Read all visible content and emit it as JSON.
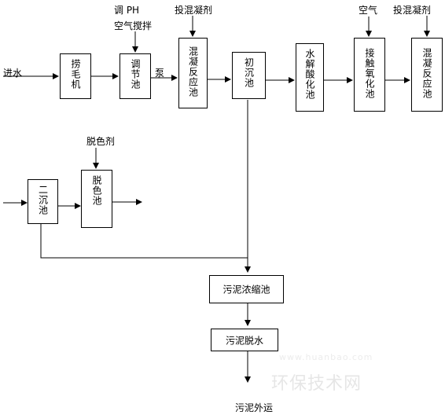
{
  "inputs": {
    "inflow": "进水",
    "ph_adjust": "调 PH",
    "air_stir": "空气搅拌",
    "pump": "泵",
    "coagulant_1": "投混凝剂",
    "air": "空气",
    "coagulant_2": "投混凝剂",
    "decolorant": "脱色剂"
  },
  "units": {
    "grate": "捞毛机",
    "equalization": "调节池",
    "coagulation_1": "混凝反应池",
    "primary_settling": "初沉池",
    "hydrolysis": "水解酸化池",
    "contact_oxidation": "接触氧化池",
    "coagulation_2": "混凝反应池",
    "secondary_settling": "二沉池",
    "decolor_tank": "脱色池",
    "sludge_thickener": "污泥浓缩池",
    "sludge_dewater": "污泥脱水"
  },
  "outputs": {
    "sludge_out": "污泥外运"
  },
  "watermark": {
    "text": "环保技术网",
    "small": "www.huanbao.com"
  }
}
